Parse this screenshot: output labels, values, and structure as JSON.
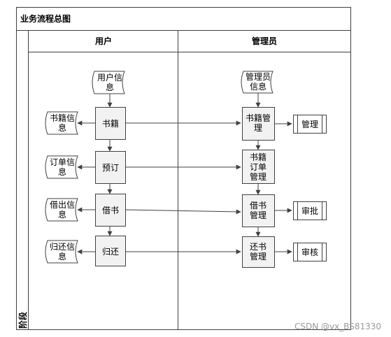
{
  "diagram": {
    "title": "业务流程总图",
    "phase_label": "阶段",
    "lanes": [
      "用户",
      "管理员"
    ]
  },
  "nodes": {
    "user_info": [
      "用户信",
      "息"
    ],
    "book_info": [
      "书籍信",
      "息"
    ],
    "book": [
      "书籍"
    ],
    "order_info": [
      "订单信",
      "息"
    ],
    "order": [
      "预订"
    ],
    "borrow_info": [
      "借出信",
      "息"
    ],
    "borrow": [
      "借书"
    ],
    "return_info": [
      "归还信",
      "息"
    ],
    "return": [
      "归还"
    ],
    "admin_info": [
      "管理员",
      "信息"
    ],
    "book_manage": [
      "书籍管",
      "理"
    ],
    "manage": [
      "管理"
    ],
    "order_manage": [
      "书籍",
      "订单",
      "管理"
    ],
    "borrow_manage": [
      "借书",
      "管理"
    ],
    "approve": [
      "审批"
    ],
    "return_manage": [
      "还书",
      "管理"
    ],
    "audit": [
      "审核"
    ]
  },
  "watermark": "CSDN @vx_BS81330",
  "colors": {
    "line": "#404040",
    "process_fill": "#f2f2f2",
    "header_fill": "#ffffff"
  }
}
